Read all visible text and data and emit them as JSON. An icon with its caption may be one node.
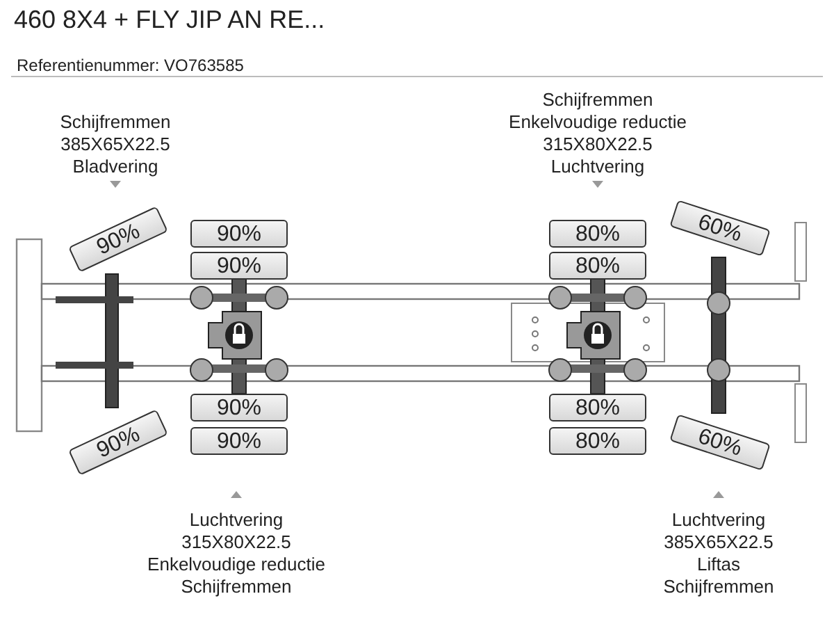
{
  "diagram": {
    "title": "460 8X4 + FLY JIP AN RE...",
    "nodes": [
      {
        "text": [
          "90%"
        ]
      },
      {
        "text": [
          "90%"
        ]
      },
      {
        "text": [
          "80%"
        ]
      },
      {
        "text": [
          "60%"
        ]
      },
      {
        "text": [
          "90%"
        ]
      },
      {
        "text": [
          "80%"
        ]
      },
      {
        "text": [
          "90%"
        ]
      },
      {
        "text": [
          "80%"
        ]
      },
      {
        "text": [
          "90%"
        ]
      },
      {
        "text": [
          "90%"
        ]
      },
      {
        "text": [
          "80%"
        ]
      },
      {
        "text": [
          "60%"
        ]
      }
    ],
    "labels": [
      "Referentienummer: VO763585",
      "Schijfremmen",
      "385X65X22.5",
      "Bladvering",
      "Schijfremmen",
      "Enkelvoudige reductie",
      "315X80X22.5",
      "Luchtvering",
      "Luchtvering",
      "315X80X22.5",
      "Enkelvoudige reductie",
      "Schijfremmen",
      "Luchtvering",
      "385X65X22.5",
      "Liftas",
      "Schijfremmen"
    ]
  }
}
